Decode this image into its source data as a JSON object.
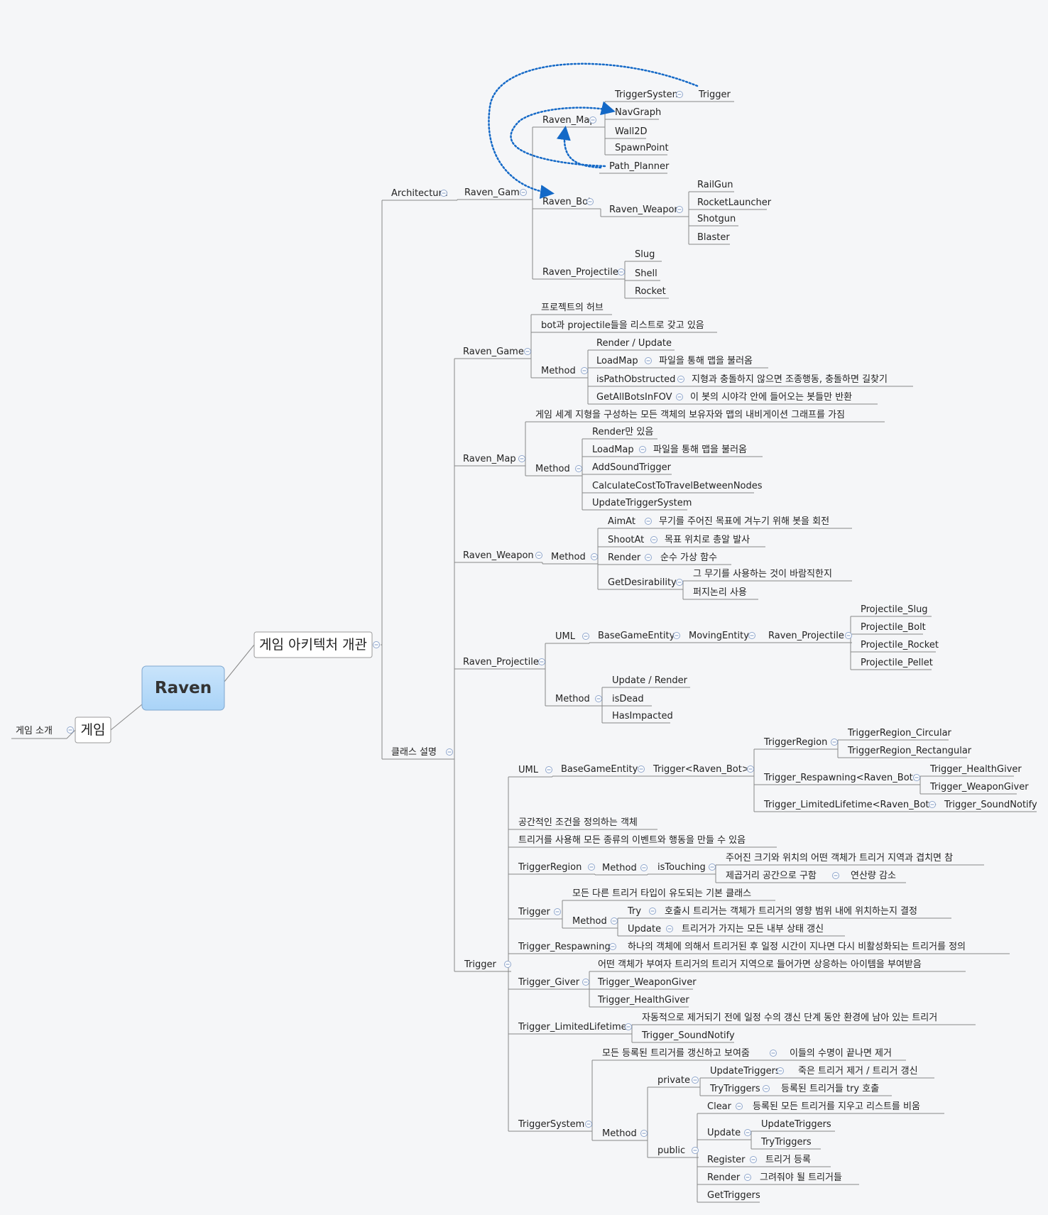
{
  "colors": {
    "background": "#f5f6f8",
    "connector": "#888888",
    "collapse": "#8fa6cc",
    "root_fill": "#a9d3f7",
    "relation": "#1469c7"
  },
  "root": {
    "label": "Raven"
  },
  "game_branch": {
    "label": "게임",
    "child": "게임 소개"
  },
  "arch_branch": {
    "label": "게임 아키텍처 개관",
    "architecture": {
      "label": "Architecture",
      "raven_game": "Raven_Game",
      "raven_map": {
        "label": "Raven_Map",
        "items": [
          "TriggerSystem",
          "Trigger",
          "NavGraph",
          "Wall2D",
          "SpawnPoint",
          "Path_Planner"
        ]
      },
      "raven_bot": {
        "label": "Raven_Bot",
        "weapon": "Raven_Weapon",
        "weapons": [
          "RailGun",
          "RocketLauncher",
          "Shotgun",
          "Blaster"
        ]
      },
      "raven_projectile": {
        "label": "Raven_Projectile",
        "items": [
          "Slug",
          "Shell",
          "Rocket"
        ]
      }
    },
    "classes": {
      "label": "클래스 설명",
      "raven_game": {
        "label": "Raven_Game",
        "notes": [
          "프로젝트의 허브",
          "bot과 projectile들을 리스트로 갖고 있음"
        ],
        "method": "Method",
        "render": "Render / Update",
        "loadmap": "LoadMap",
        "loadmap_desc": "파일을 통해 맵을 불러옴",
        "ispath": "isPathObstructed",
        "ispath_desc": "지형과 충돌하지 않으면 조종행동, 충돌하면 길찾기",
        "getbots": "GetAllBotsInFOV",
        "getbots_desc": "이 봇의 시야각 안에 들어오는 봇들만 반환"
      },
      "raven_map": {
        "label": "Raven_Map",
        "note": "게임 세계 지형을 구성하는 모든 객체의 보유자와 맵의 내비게이션 그래프를 가짐",
        "method": "Method",
        "render": "Render만 있음",
        "loadmap": "LoadMap",
        "loadmap_desc": "파일을 통해 맵을 불러옴",
        "m3": "AddSoundTrigger",
        "m4": "CalculateCostToTravelBetweenNodes",
        "m5": "UpdateTriggerSystem"
      },
      "raven_weapon": {
        "label": "Raven_Weapon",
        "method": "Method",
        "aimat": "AimAt",
        "aimat_desc": "무기를 주어진 목표에 겨누기 위해 봇을 회전",
        "shootat": "ShootAt",
        "shootat_desc": "목표 위치로 총알 발사",
        "render": "Render",
        "render_desc": "순수 가상 함수",
        "getdes": "GetDesirability",
        "getdes_desc1": "그 무기를 사용하는 것이 바람직한지",
        "getdes_desc2": "퍼지논리 사용"
      },
      "raven_projectile": {
        "label": "Raven_Projectile",
        "uml": "UML",
        "bge": "BaseGameEntity",
        "moving": "MovingEntity",
        "rp": "Raven_Projectile",
        "subs": [
          "Projectile_Slug",
          "Projectile_Bolt",
          "Projectile_Rocket",
          "Projectile_Pellet"
        ],
        "method": "Method",
        "methods": [
          "Update / Render",
          "isDead",
          "HasImpacted"
        ]
      },
      "trigger": {
        "label": "Trigger",
        "uml": "UML",
        "bge": "BaseGameEntity",
        "trig_bot": "Trigger<Raven_Bot>",
        "region": "TriggerRegion",
        "region_subs": [
          "TriggerRegion_Circular",
          "TriggerRegion_Rectangular"
        ],
        "respawning": "Trigger_Respawning<Raven_Bot>",
        "respawning_subs": [
          "Trigger_HealthGiver",
          "Trigger_WeaponGiver"
        ],
        "limited": "Trigger_LimitedLifetime<Raven_Bot>",
        "limited_sub": "Trigger_SoundNotify",
        "notes": [
          "공간적인 조건을 정의하는 객체",
          "트리거를 사용해 모든 종류의 이벤트와 행동을 만들 수 있음"
        ],
        "tr_label": "TriggerRegion",
        "tr_method": "Method",
        "tr_istouching": "isTouching",
        "tr_desc1": "주어진 크기와 위치의 어떤 객체가 트리거 지역과 겹치면 참",
        "tr_desc2": "제곱거리 공간으로 구함",
        "tr_desc3": "연산량 감소",
        "t_label": "Trigger",
        "t_note": "모든 다른 트리거 타입이 유도되는 기본 클래스",
        "t_method": "Method",
        "t_try": "Try",
        "t_try_desc": "호출시 트리거는 객체가 트리거의 영향 범위 내에 위치하는지 결정",
        "t_update": "Update",
        "t_update_desc": "트리거가 가지는 모든 내부 상태 갱신",
        "resp_label": "Trigger_Respawning",
        "resp_desc": "하나의 객체에 의해서 트리거된 후 일정 시간이 지나면 다시 비활성화되는 트리거를 정의",
        "giver_label": "Trigger_Giver",
        "giver_desc": "어떤 객체가 부여자 트리거의 트리거 지역으로 들어가면 상응하는 아이템을 부여받음",
        "giver_subs": [
          "Trigger_WeaponGiver",
          "Trigger_HealthGiver"
        ],
        "lim_label": "Trigger_LimitedLifetime",
        "lim_desc": "자동적으로 제거되기 전에 일정 수의 갱신 단계 동안 환경에 남아 있는 트리거",
        "lim_sub": "Trigger_SoundNotify"
      },
      "trigger_system": {
        "label": "TriggerSystem",
        "note": "모든 등록된 트리거를 갱신하고 보여줌",
        "note2": "이들의 수명이 끝나면 제거",
        "method": "Method",
        "private": "private",
        "public": "public",
        "update_triggers": "UpdateTriggers",
        "update_triggers_desc": "죽은 트리거 제거 / 트리거 갱신",
        "try_triggers": "TryTriggers",
        "try_triggers_desc": "등록된 트리거들 try 호출",
        "clear": "Clear",
        "clear_desc": "등록된 모든 트리거를 지우고 리스트를 비움",
        "update": "Update",
        "update_subs": [
          "UpdateTriggers",
          "TryTriggers"
        ],
        "register": "Register",
        "register_desc": "트리거 등록",
        "render": "Render",
        "render_desc": "그려줘야 될 트리거들",
        "gettriggers": "GetTriggers"
      }
    }
  }
}
